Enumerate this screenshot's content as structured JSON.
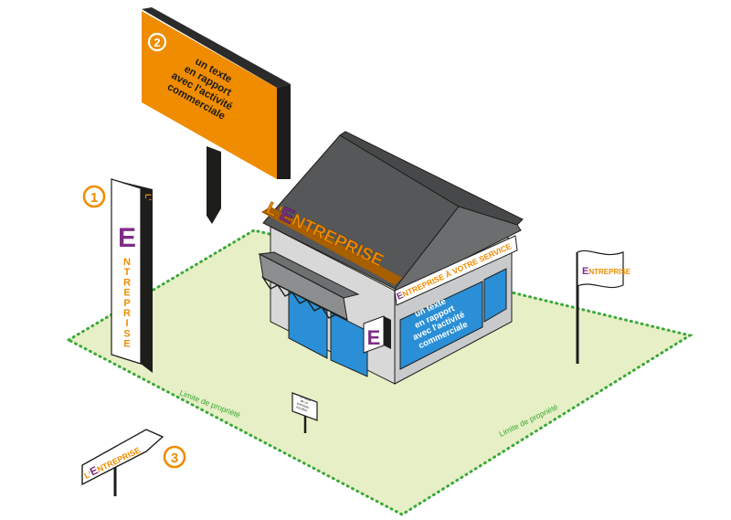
{
  "colors": {
    "lawn": "#e6efc6",
    "boundary": "#3aa935",
    "orange": "#f08c00",
    "purple": "#7d2e86",
    "roof": "#555758",
    "wall": "#d5d6d7",
    "window": "#2a8fd6",
    "outline": "#1d1d1b"
  },
  "billboard": {
    "number": "2",
    "lines": [
      "un texte",
      "en rapport",
      "avec l'activité",
      "commerciale"
    ]
  },
  "totem": {
    "number": "1",
    "prefix": "L'",
    "initial": "E",
    "rest": [
      "N",
      "T",
      "R",
      "E",
      "P",
      "R",
      "I",
      "S",
      "E"
    ]
  },
  "shop": {
    "roof_sign": {
      "prefix": "L'",
      "initial": "E",
      "rest": "NTREPRISE"
    },
    "side_banner": {
      "initial": "E",
      "rest": "NTREPRISE À VOTRE SERVICE"
    },
    "blade_sign": {
      "initial": "E"
    },
    "window_lines": [
      "un texte",
      "en rapport",
      "avec l'activité",
      "commerciale"
    ]
  },
  "flag": {
    "initial": "E",
    "rest": "NTREPRISE"
  },
  "small_panel": {
    "lines": [
      "Le texte",
      "de ce",
      "panneau",
      "est libre"
    ]
  },
  "arrow_sign": {
    "number": "3",
    "prefix": "L'",
    "initial": "E",
    "rest": "NTREPRISE"
  },
  "boundary_labels": {
    "left": "Limite de propriété",
    "right": "Limite de propriété"
  }
}
